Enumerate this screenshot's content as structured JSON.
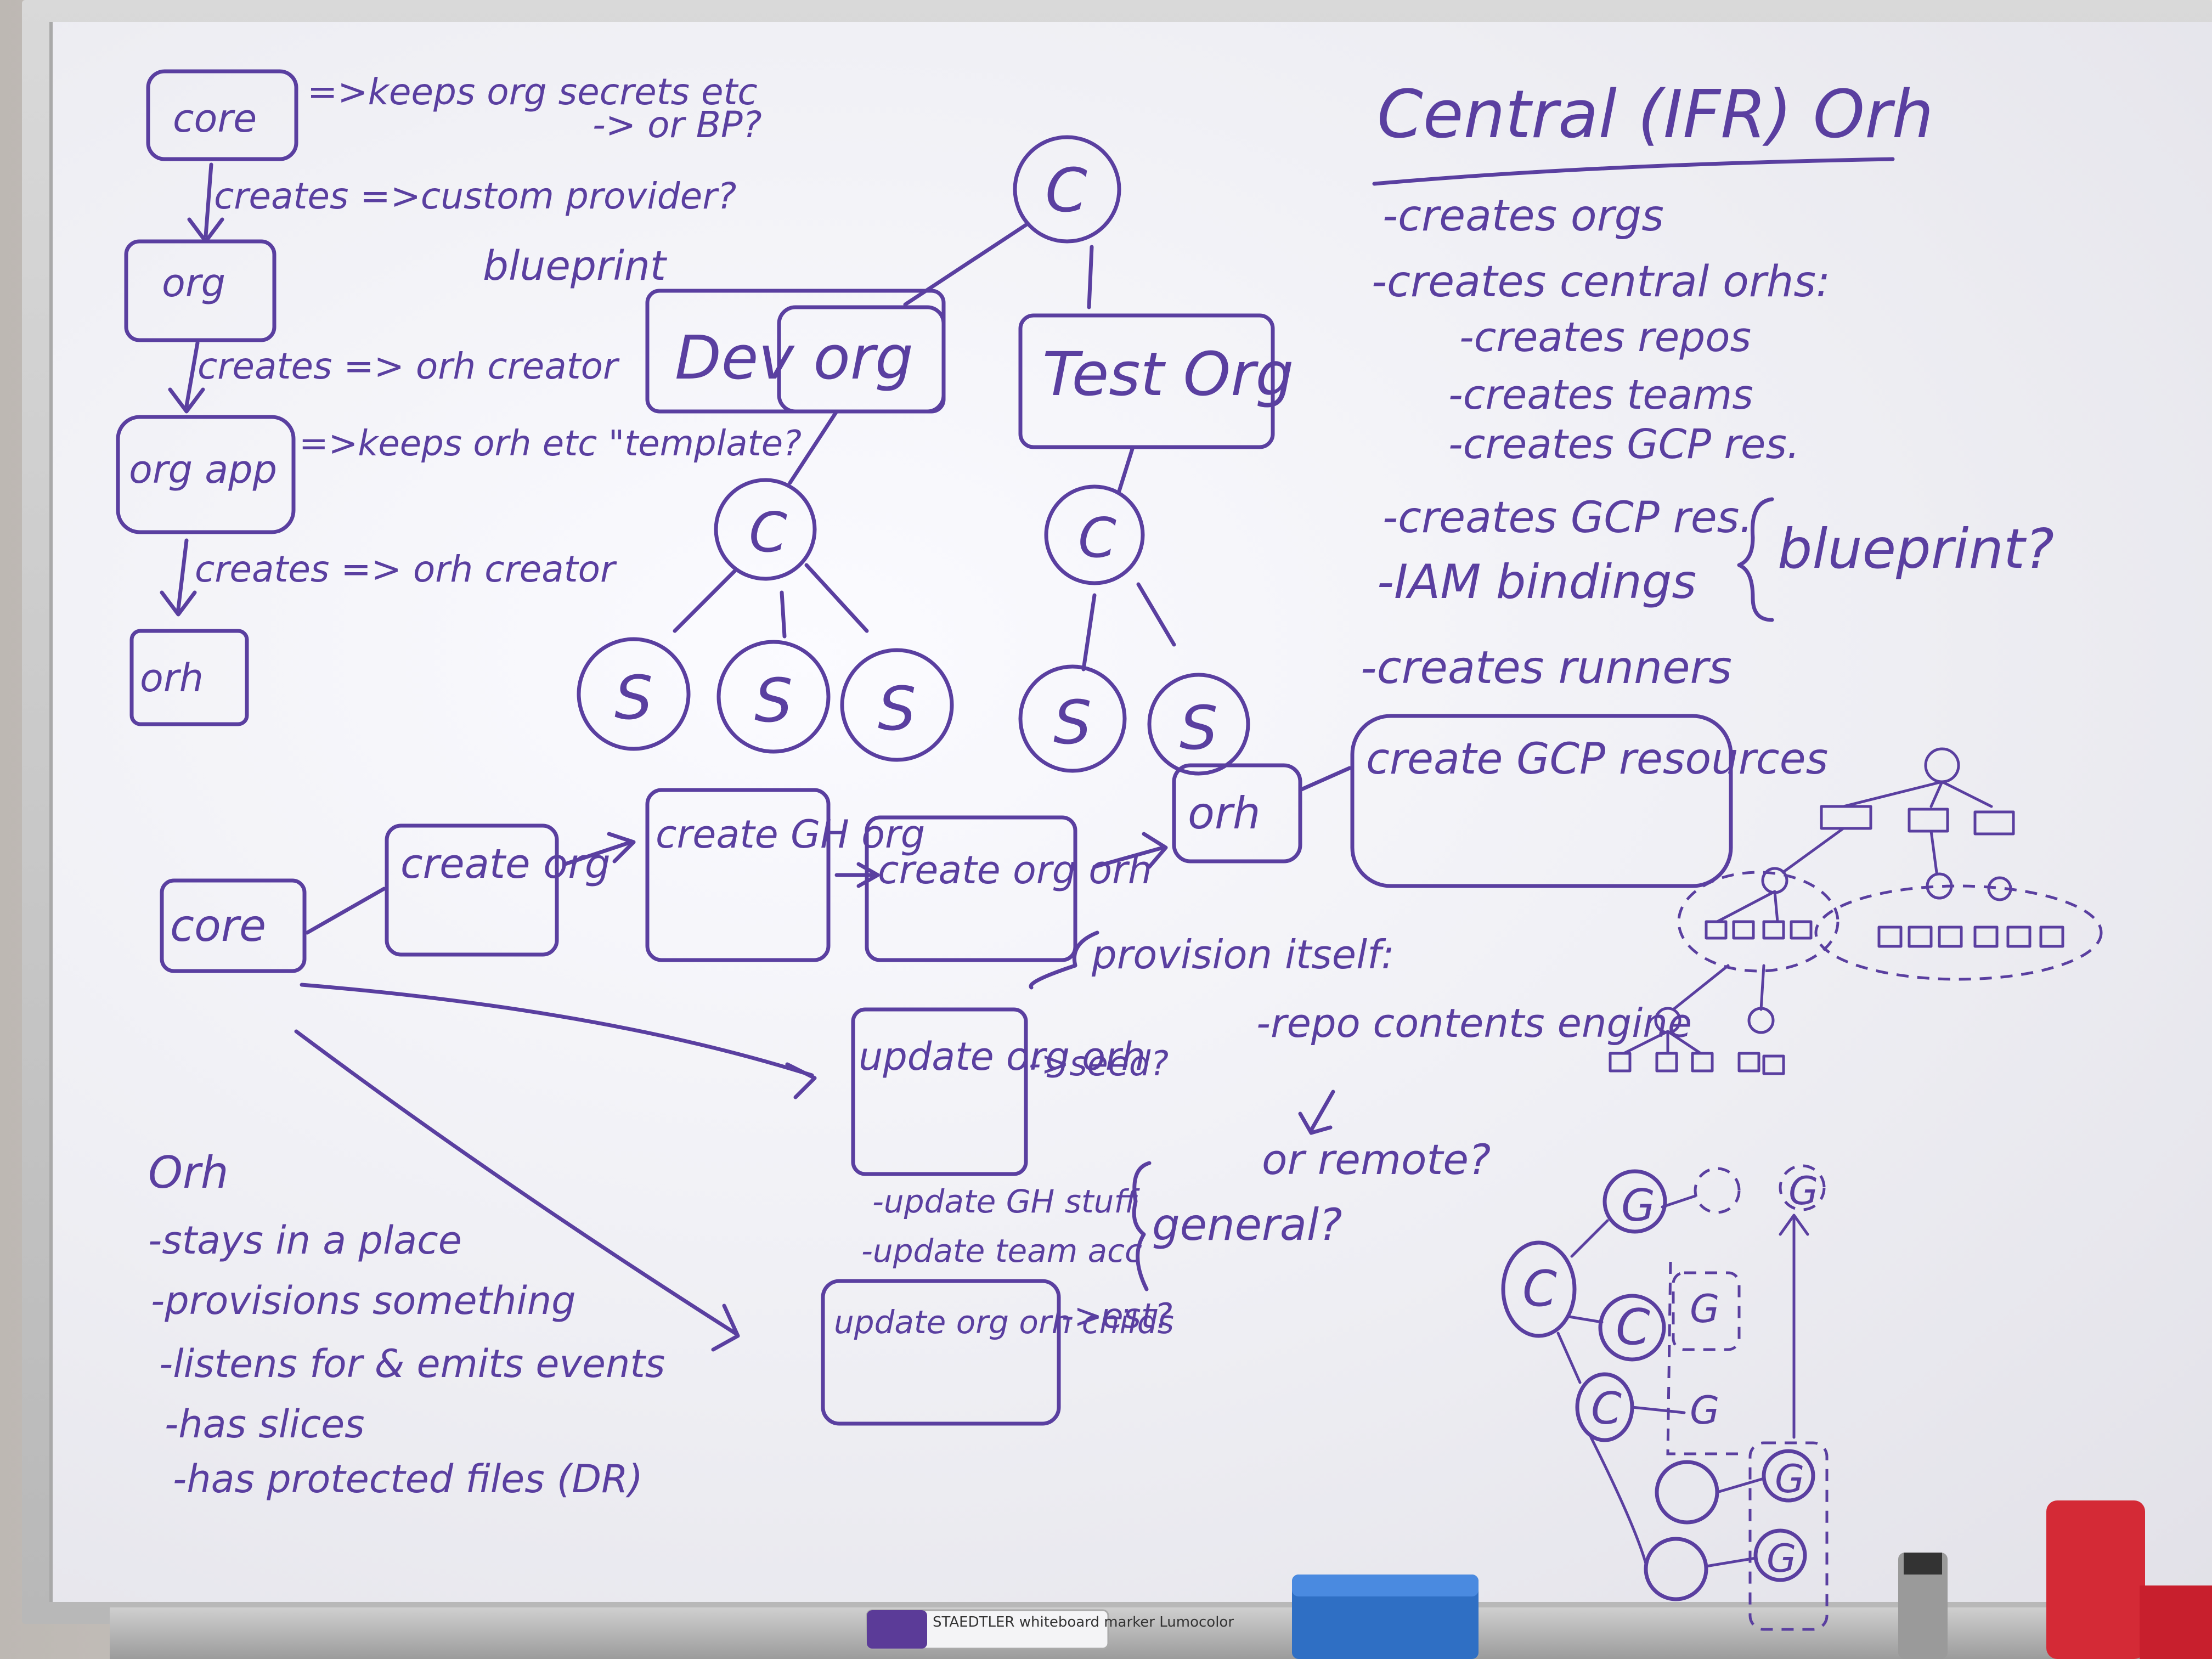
{
  "central": {
    "title": "Central (IFR) Orh",
    "items": [
      "-creates orgs",
      "-creates central orhs:",
      "-creates repos",
      "-creates teams",
      "-creates GCP res.",
      "-creates GCP res.",
      "-IAM bindings",
      "-creates runners"
    ],
    "brace_label": "blueprint?"
  },
  "left_chain": {
    "core": "core",
    "core_note": "=>keeps org secrets etc",
    "core_arrow_note": "-> or BP?",
    "creates_custom": "creates =>custom provider?",
    "org": "org",
    "blueprint": "blueprint",
    "creates_orh_creator": "creates => orh creator",
    "org_app": "org app",
    "keeps_orh": "=>keeps orh etc \"template?",
    "creates_orh_creator_2": "creates => orh creator",
    "orh": "orh"
  },
  "tree": {
    "root": "C",
    "dev_org": "Dev org",
    "test_org": "Test Org",
    "child": "C",
    "service": "S"
  },
  "flow": {
    "core": "core",
    "create_org": "create org",
    "create_gh_org": "create GH org",
    "create_org_orh": "create org orh",
    "orh": "orh",
    "create_gcp": "create GCP resources",
    "provision_itself": "provision itself:",
    "repo_note": "-repo contents engine",
    "or_remote": "or remote?",
    "update_org_orh": "update org orh",
    "seed": "->seed?",
    "update_list": [
      "-update GH stuff",
      "-update team acc"
    ],
    "general": "general?",
    "update_children": "update org orh childs",
    "est": "->est?"
  },
  "orh_notes": {
    "title": "Orh",
    "items": [
      "-stays in a place",
      "-provisions something",
      "-listens for & emits events",
      "-has slices",
      "-has protected files (DR)"
    ]
  },
  "right_diagram": {
    "g": "G",
    "c": "C"
  },
  "marker_label": "STAEDTLER whiteboard marker Lumocolor"
}
